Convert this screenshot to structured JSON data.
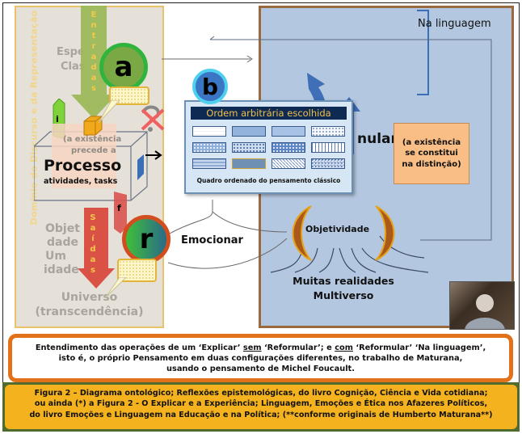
{
  "diagram": {
    "left_panel": {
      "vertical_label": "Domínio do Discurso e da Representação",
      "especie_label_1": "Espe",
      "especie_label_2": "Clas",
      "entradas_letters": [
        "E",
        "n",
        "t",
        "r",
        "a",
        "d",
        "a",
        "s"
      ],
      "saidas_letters": [
        "S",
        "a",
        "í",
        "d",
        "a",
        "s"
      ],
      "badge_a": "a",
      "badge_r": "r",
      "tag_i": "i",
      "tag_f": "f",
      "existencia_1": "(a existência",
      "existencia_2": "precede a",
      "processo_title": "Processo",
      "processo_sub": "atividades, tasks",
      "objetividade_faded": "Objet",
      "objetividade_faded_2": "dade",
      "uma_realidade": "Um",
      "uma_realidade_2": "idade",
      "universo": "Universo",
      "transcendencia": "(transcendência)"
    },
    "center": {
      "badge_b": "b",
      "grid_title": "Ordem arbitrária escolhida",
      "grid_caption": "Quadro ordenado do pensamento clássico",
      "emocionar": "Emocionar"
    },
    "right_panel": {
      "na_linguagem": "Na linguagem",
      "reformular_fragment": "nular",
      "note_1": "(a existência",
      "note_2": "se constitui",
      "note_3": "na distinção)",
      "objetividade": "Objetividade",
      "muitas_realidades": "Muitas realidades",
      "multiverso": "Multiverso"
    },
    "colors": {
      "left_bg": "#e6e1d8",
      "right_bg": "#b3c7e0",
      "accent_orange": "#e3711a",
      "caption_yellow": "#f4b21e",
      "green_dark": "#4f6b2e"
    }
  },
  "footer": {
    "summary_line_1": "Entendimento das operações de um ‘Explicar’ ",
    "summary_sem": "sem",
    "summary_line_1b": " ‘Reformular’; e ",
    "summary_com": "com",
    "summary_line_1c": " ‘Reformular’ ‘Na linguagem’,",
    "summary_line_2": "isto é, o próprio Pensamento em duas configurações diferentes, no trabalho de Maturana,",
    "summary_line_3": "usando o pensamento de Michel Foucault.",
    "caption_line_1": "Figura 2 – Diagrama ontológico; Reflexões epistemológicas, do livro Cognição, Ciência e Vida cotidiana;",
    "caption_line_2": "ou ainda (*) a Figura 2 - O Explicar e a Experiência; Linguagem, Emoções e Ética nos Afazeres Políticos,",
    "caption_line_3": "do livro Emoções e Linguagem na Educação e na Política; (**conforme originais de Humberto Maturana**)"
  }
}
